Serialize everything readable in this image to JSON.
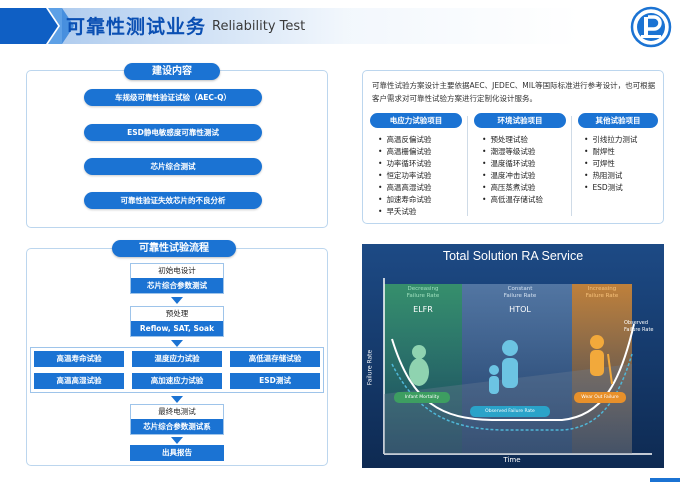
{
  "header": {
    "title": "可靠性测试业务",
    "subtitle": "Reliability Test",
    "logo_icon": "shield-p-logo-icon"
  },
  "build": {
    "title": "建设内容",
    "items": [
      "车规级可靠性验证试验（AEC-Q）",
      "ESD静电敏感度可靠性测试",
      "芯片综合测试",
      "可靠性验证失效芯片的不良分析"
    ]
  },
  "flow": {
    "title": "可靠性试验流程",
    "initial": {
      "head": "初始电设计",
      "body": "芯片综合参数测试"
    },
    "pre": {
      "head": "预处理",
      "body": "Reflow, SAT, Soak"
    },
    "tests_row1": [
      "高温寿命试验",
      "温度应力试验",
      "高低温存储试验"
    ],
    "tests_row2": [
      "高温高湿试验",
      "高加速应力试验",
      "ESD测试"
    ],
    "final": {
      "head": "最终电测试",
      "body": "芯片综合参数测试系"
    },
    "report": "出具报告"
  },
  "desc": {
    "text": "可靠性试验方案设计主要依据AEC、JEDEC、MIL等国际标准进行参考设计，也可根据客户需求对可靠性试验方案进行定制化设计服务。",
    "columns": [
      {
        "title": "电应力试验项目",
        "items": [
          "高温反偏试验",
          "高温栅偏试验",
          "功率循环试验",
          "恒定功率试验",
          "高温高湿试验",
          "加速寿命试验",
          "早夭试验"
        ]
      },
      {
        "title": "环境试验项目",
        "items": [
          "预处理试验",
          "潮湿等级试验",
          "温度循环试验",
          "温度冲击试验",
          "高压蒸煮试验",
          "高低温存储试验"
        ]
      },
      {
        "title": "其他试验项目",
        "items": [
          "引线拉力测试",
          "耐焊性",
          "可焊性",
          "热阻测试",
          "ESD测试"
        ]
      }
    ]
  },
  "ra": {
    "title": "Total Solution RA Service",
    "y_axis": "Failure Rate",
    "x_axis": "Time",
    "phases": [
      {
        "label1": "Decreasing",
        "label2": "Failure Rate",
        "tag": "ELFR",
        "color": "#7fd1a8"
      },
      {
        "label1": "Constant",
        "label2": "Failure Rate",
        "tag": "HTOL",
        "color": "#d6e3f2"
      },
      {
        "label1": "Increasing",
        "label2": "Failure Rate",
        "tag": "",
        "color": "#f2a93b"
      }
    ],
    "observed": "Observed Failure Rate",
    "badges": [
      "Infant Mortality",
      "Observed Failure Rate",
      "Wear Out Failure"
    ],
    "colors": {
      "bg": "#163a6b",
      "green": "#4cae6e",
      "teal": "#2aa3c9",
      "orange": "#e8902a"
    }
  }
}
